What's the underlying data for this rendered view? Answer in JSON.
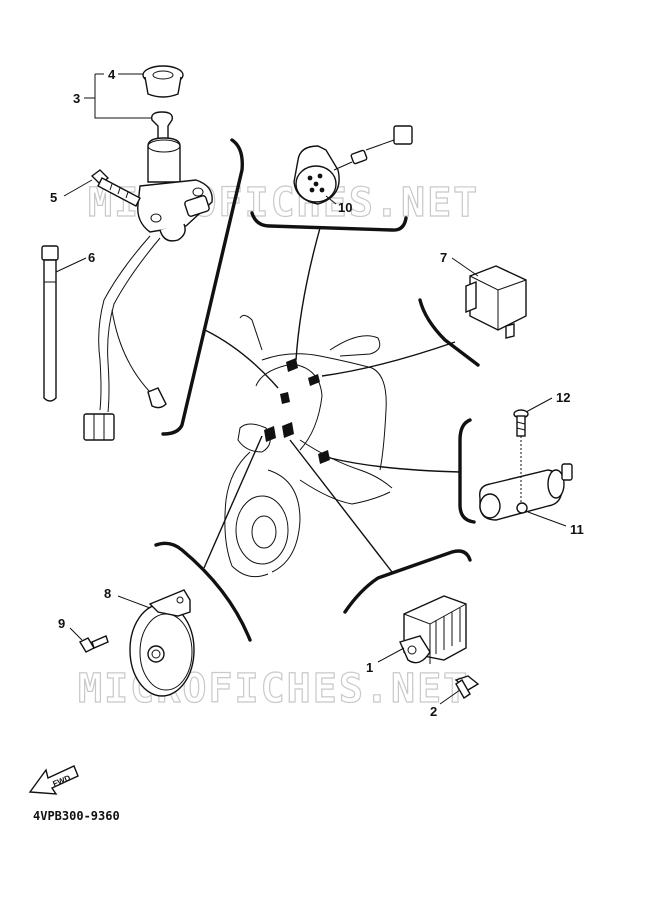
{
  "watermark": "MICROFICHES.NET",
  "diagram_code": "4VPB300-9360",
  "fwd_label": "FWD",
  "callouts": [
    {
      "id": "c1",
      "label": "1"
    },
    {
      "id": "c2",
      "label": "2"
    },
    {
      "id": "c3",
      "label": "3"
    },
    {
      "id": "c4",
      "label": "4"
    },
    {
      "id": "c5",
      "label": "5"
    },
    {
      "id": "c6",
      "label": "6"
    },
    {
      "id": "c7",
      "label": "7"
    },
    {
      "id": "c8",
      "label": "8"
    },
    {
      "id": "c9",
      "label": "9"
    },
    {
      "id": "c10",
      "label": "10"
    },
    {
      "id": "c11",
      "label": "11"
    },
    {
      "id": "c12",
      "label": "12"
    }
  ]
}
